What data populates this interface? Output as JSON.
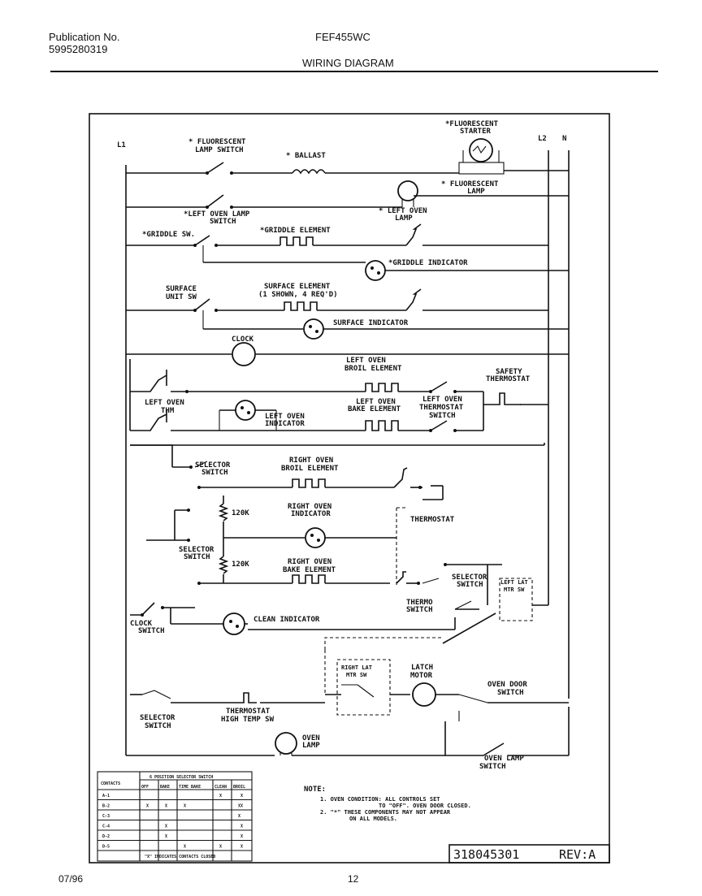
{
  "header": {
    "publication_label": "Publication No.",
    "publication_number": "5995280319",
    "model": "FEF455WC",
    "title": "WIRING DIAGRAM"
  },
  "footer": {
    "date": "07/96",
    "page": "12"
  },
  "diagram": {
    "lines": {
      "l1": "L1",
      "l2": "L2",
      "n": "N"
    },
    "labels": {
      "fluor_switch_1": "* FLUORESCENT",
      "fluor_switch_2": "LAMP SWITCH",
      "ballast": "* BALLAST",
      "starter_1": "*FLUORESCENT",
      "starter_2": "STARTER",
      "fluor_lamp_1": "* FLUORESCENT",
      "fluor_lamp_2": "LAMP",
      "left_oven_lamp_switch_1": "*LEFT OVEN LAMP",
      "left_oven_lamp_switch_2": "SWITCH",
      "left_oven_lamp_1": "* LEFT OVEN",
      "left_oven_lamp_2": "LAMP",
      "griddle_sw": "*GRIDDLE SW.",
      "griddle_element": "*GRIDDLE ELEMENT",
      "griddle_indicator": "*GRIDDLE INDICATOR",
      "surface_unit_sw_1": "SURFACE",
      "surface_unit_sw_2": "UNIT SW",
      "surface_element_1": "SURFACE ELEMENT",
      "surface_element_2": "(1 SHOWN, 4 REQ'D)",
      "surface_indicator": "SURFACE INDICATOR",
      "clock": "CLOCK",
      "left_oven_broil_1": "LEFT OVEN",
      "left_oven_broil_2": "BROIL ELEMENT",
      "safety_thermostat_1": "SAFETY",
      "safety_thermostat_2": "THERMOSTAT",
      "left_oven_thm_1": "LEFT OVEN",
      "left_oven_thm_2": "THM",
      "left_oven_indicator_1": "LEFT OVEN",
      "left_oven_indicator_2": "INDICATOR",
      "left_oven_bake_1": "LEFT OVEN",
      "left_oven_bake_2": "BAKE ELEMENT",
      "left_oven_thermostat_sw_1": "LEFT OVEN",
      "left_oven_thermostat_sw_2": "THERMOSTAT",
      "left_oven_thermostat_sw_3": "SWITCH",
      "selector_switch_a_1": "SELECTOR",
      "selector_switch_a_2": "SWITCH",
      "right_oven_broil_1": "RIGHT OVEN",
      "right_oven_broil_2": "BROIL ELEMENT",
      "res_top": "120K",
      "res_bottom": "120K",
      "right_oven_indicator_1": "RIGHT OVEN",
      "right_oven_indicator_2": "INDICATOR",
      "thermostat": "THERMOSTAT",
      "selector_switch_b_1": "SELECTOR",
      "selector_switch_b_2": "SWITCH",
      "right_oven_bake_1": "RIGHT OVEN",
      "right_oven_bake_2": "BAKE ELEMENT",
      "selector_switch_c_1": "SELECTOR",
      "selector_switch_c_2": "SWITCH",
      "left_lat_1": "LEFT LAT",
      "left_lat_2": "MTR SW",
      "thermo_switch_1": "THERMO",
      "thermo_switch_2": "SWITCH",
      "clock_switch_1": "CLOCK",
      "clock_switch_2": "SWITCH",
      "clean_indicator": "CLEAN INDICATOR",
      "right_lat_1": "RIGHT LAT",
      "right_lat_2": "MTR SW",
      "latch_motor_1": "LATCH",
      "latch_motor_2": "MOTOR",
      "oven_door_switch_1": "OVEN DOOR",
      "oven_door_switch_2": "SWITCH",
      "selector_switch_d_1": "SELECTOR",
      "selector_switch_d_2": "SWITCH",
      "thermostat_high_1": "THERMOSTAT",
      "thermostat_high_2": "HIGH TEMP SW",
      "oven_lamp_1": "OVEN",
      "oven_lamp_2": "LAMP",
      "oven_lamp_switch_1": "OVEN LAMP",
      "oven_lamp_switch_2": "SWITCH"
    },
    "note": {
      "title": "NOTE:",
      "line1": "1. OVEN CONDITION: ALL CONTROLS SET",
      "line1b": "TO \"OFF\". OVEN DOOR CLOSED.",
      "line2": "2. \"*\" THESE COMPONENTS MAY NOT APPEAR",
      "line2b": "ON ALL MODELS."
    },
    "part_number": "318045301",
    "revision": "REV:A"
  },
  "contact_table": {
    "title": "6 POSITION SELECTOR SWITCH",
    "corner_header": "CONTACTS",
    "columns": [
      "OFF",
      "BAKE",
      "TIME BAKE",
      "CLEAN",
      "BROIL"
    ],
    "rows": [
      {
        "contact": "A-1",
        "marks": [
          "",
          "",
          "",
          "X",
          ""
        ]
      },
      {
        "contact": "B-2",
        "marks": [
          "X",
          "X",
          "X",
          "",
          "X"
        ]
      },
      {
        "contact": "C-3",
        "marks": [
          "",
          "",
          "",
          "",
          "X"
        ]
      },
      {
        "contact": "C-4",
        "marks": [
          "",
          "X",
          "",
          "",
          ""
        ]
      },
      {
        "contact": "D-2",
        "marks": [
          "",
          "X",
          "",
          "",
          ""
        ]
      },
      {
        "contact": "D-5",
        "marks": [
          "",
          "",
          "X",
          "X",
          ""
        ]
      }
    ],
    "extra_col": [
      "X",
      "X",
      "",
      "X",
      "X",
      "X"
    ],
    "footnote": "\"X\" INDICATES CONTACTS CLOSED"
  }
}
